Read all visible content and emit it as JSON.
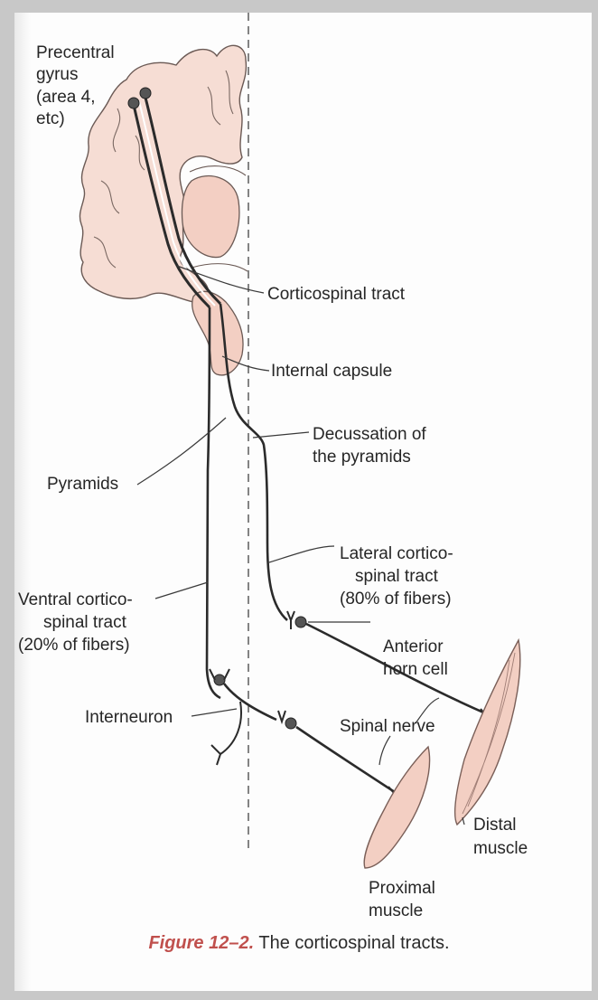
{
  "labels": {
    "precentral_1": "Precentral",
    "precentral_2": "gyrus",
    "precentral_3": "(area 4,",
    "precentral_4": "etc)",
    "corticospinal_tract": "Corticospinal tract",
    "internal_capsule": "Internal capsule",
    "decussation_1": "Decussation of",
    "decussation_2": "the pyramids",
    "pyramids": "Pyramids",
    "lateral_1": "Lateral cortico-",
    "lateral_2": "spinal tract",
    "lateral_3": "(80% of fibers)",
    "ventral_1": "Ventral cortico-",
    "ventral_2": "spinal tract",
    "ventral_3": "(20% of fibers)",
    "anterior_1": "Anterior",
    "anterior_2": "horn cell",
    "interneuron": "Interneuron",
    "spinal_nerve": "Spinal nerve",
    "distal_1": "Distal",
    "distal_2": "muscle",
    "proximal_1": "Proximal",
    "proximal_2": "muscle"
  },
  "caption": {
    "figure_label": "Figure 12–2.",
    "text": "The corticospinal tracts."
  },
  "colors": {
    "brain_fill": "#f6ddd4",
    "muscle_fill": "#f3cfc3",
    "line": "#2b2b2b",
    "caption_accent": "#c0504d"
  }
}
